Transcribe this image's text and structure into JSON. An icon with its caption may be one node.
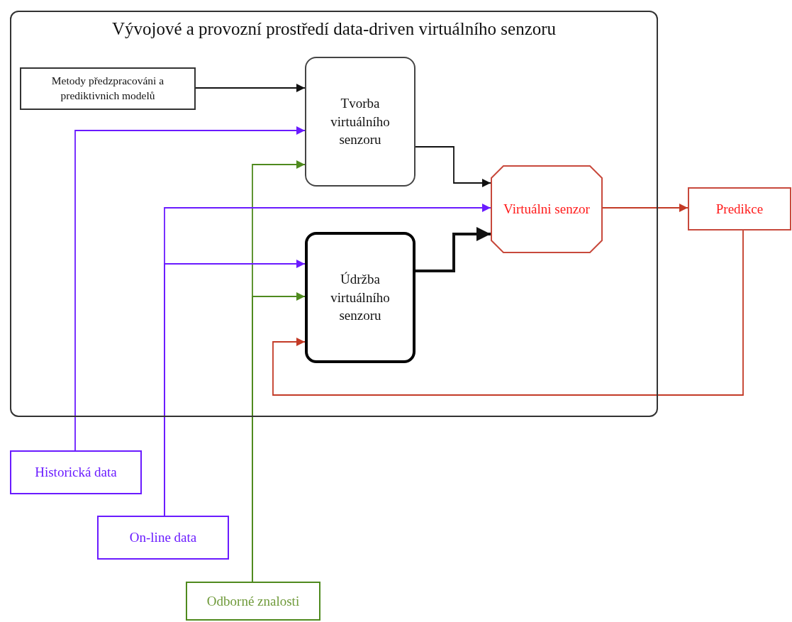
{
  "diagram": {
    "nodes": [
      {
        "text": [
          "Vývojové a provozní prostředí data-driven virtuálního senzoru"
        ]
      },
      {
        "text": [
          "Metody předzpracováni a prediktivnich modelů"
        ],
        "in": 0
      },
      {
        "text": [
          "Tvorba virtuálního senzoru"
        ],
        "in": 0
      },
      {
        "text": [
          "Údržba virtuálního senzoru"
        ],
        "in": 0
      },
      {
        "text": [
          "Virtuálni senzor"
        ],
        "in": 0
      },
      {
        "text": [
          "Predikce"
        ]
      },
      {
        "text": [
          "Historická data"
        ]
      },
      {
        "text": [
          "On-line data"
        ]
      },
      {
        "text": [
          "Odborné znalosti"
        ]
      }
    ],
    "edges": [
      {
        "from": 1,
        "to": 2,
        "arrow": "to"
      },
      {
        "from": 6,
        "to": 2,
        "arrow": "to",
        "color": "#6a1bff"
      },
      {
        "from": 8,
        "to": 2,
        "arrow": "to",
        "color": "#4f8a1e"
      },
      {
        "from": 2,
        "to": 4,
        "arrow": "to"
      },
      {
        "from": 7,
        "to": 4,
        "arrow": "to",
        "color": "#6a1bff"
      },
      {
        "from": 7,
        "to": 3,
        "arrow": "to",
        "color": "#6a1bff"
      },
      {
        "from": 8,
        "to": 3,
        "arrow": "to",
        "color": "#4f8a1e"
      },
      {
        "from": 3,
        "to": 4,
        "arrow": "to",
        "style": "thick"
      },
      {
        "from": 4,
        "to": 5,
        "arrow": "to",
        "color": "#c33a26"
      },
      {
        "from": 5,
        "to": 3,
        "arrow": "to",
        "color": "#c33a26"
      }
    ]
  }
}
